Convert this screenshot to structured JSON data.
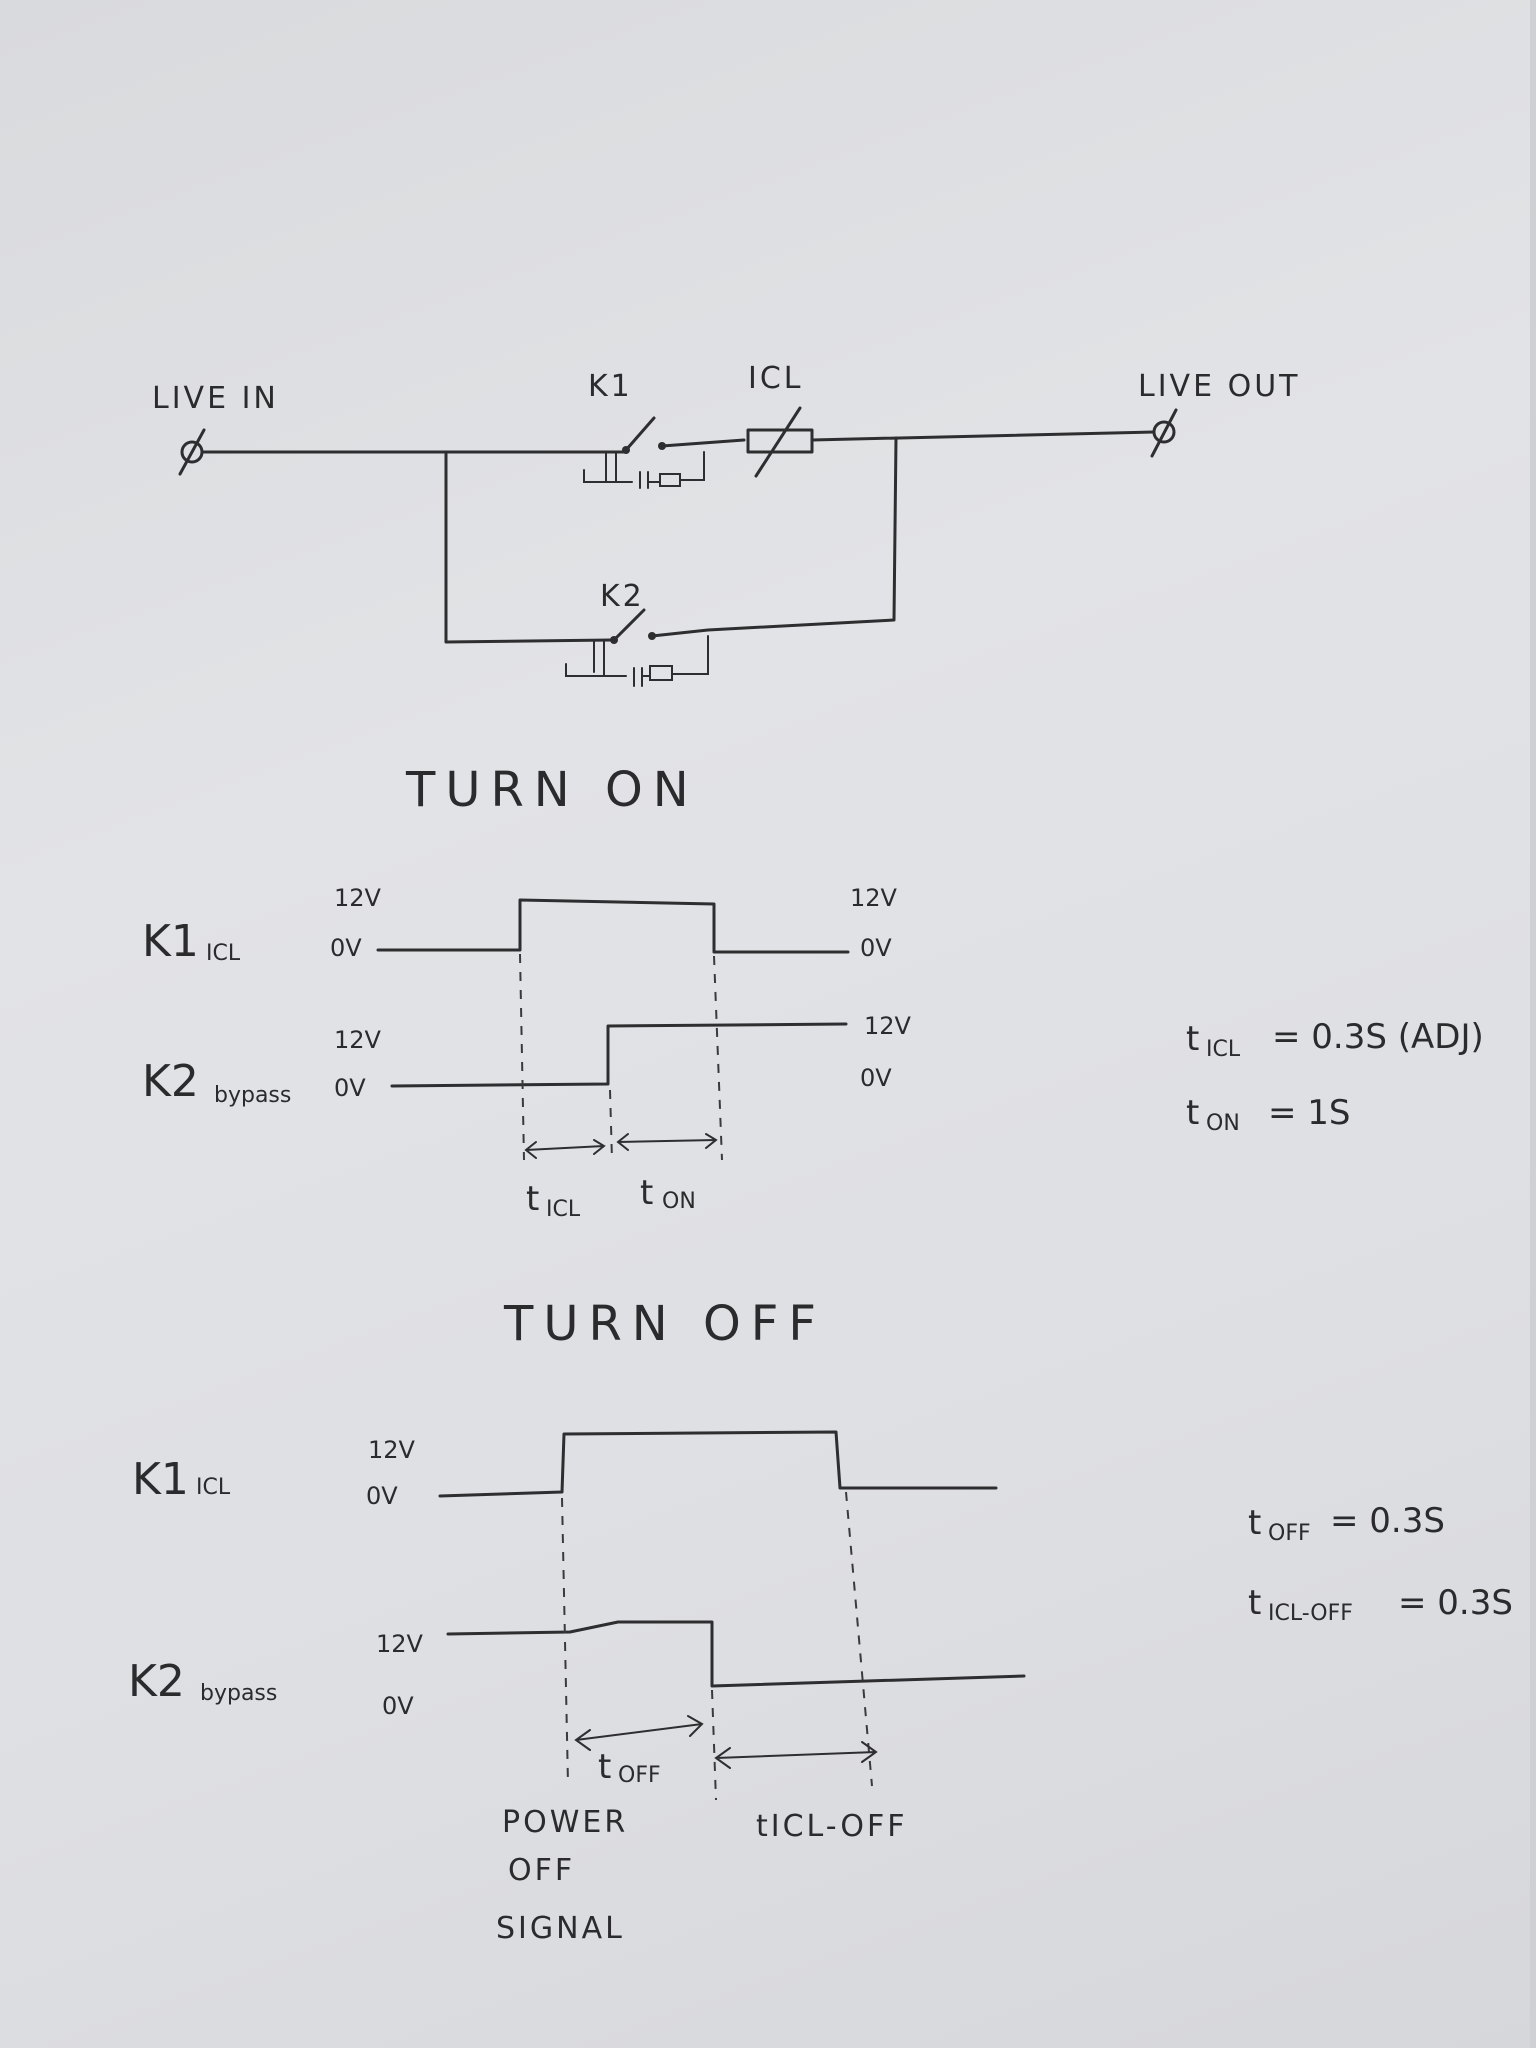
{
  "schematic": {
    "live_in": "LIVE IN",
    "live_out": "LIVE OUT",
    "k1": "K1",
    "icl": "ICL",
    "k2": "K2"
  },
  "turn_on": {
    "title": "TURN ON",
    "k1_label": "K1",
    "k1_sub": "ICL",
    "k2_label": "K2",
    "k2_sub": "bypass",
    "level_high": "12V",
    "level_low": "0V",
    "t_icl": "t",
    "t_icl_sub": "ICL",
    "t_on": "t",
    "t_on_sub": "ON",
    "eq1_t": "t",
    "eq1_sub": "ICL",
    "eq1_rest": "= 0.3S (ADJ)",
    "eq2_t": "t",
    "eq2_sub": "ON",
    "eq2_rest": "= 1S"
  },
  "turn_off": {
    "title": "TURN OFF",
    "k1_label": "K1",
    "k1_sub": "ICL",
    "k2_label": "K2",
    "k2_sub": "bypass",
    "level_high": "12V",
    "level_low": "0V",
    "t_off": "t",
    "t_off_sub": "OFF",
    "t_icl_off": "tICL-OFF",
    "power_off_line1": "POWER",
    "power_off_line2": "OFF",
    "power_off_line3": "SIGNAL",
    "eq1_t": "t",
    "eq1_sub": "OFF",
    "eq1_rest": "= 0.3S",
    "eq2_t": "t",
    "eq2_sub": "ICL-OFF",
    "eq2_rest": "= 0.3S"
  }
}
